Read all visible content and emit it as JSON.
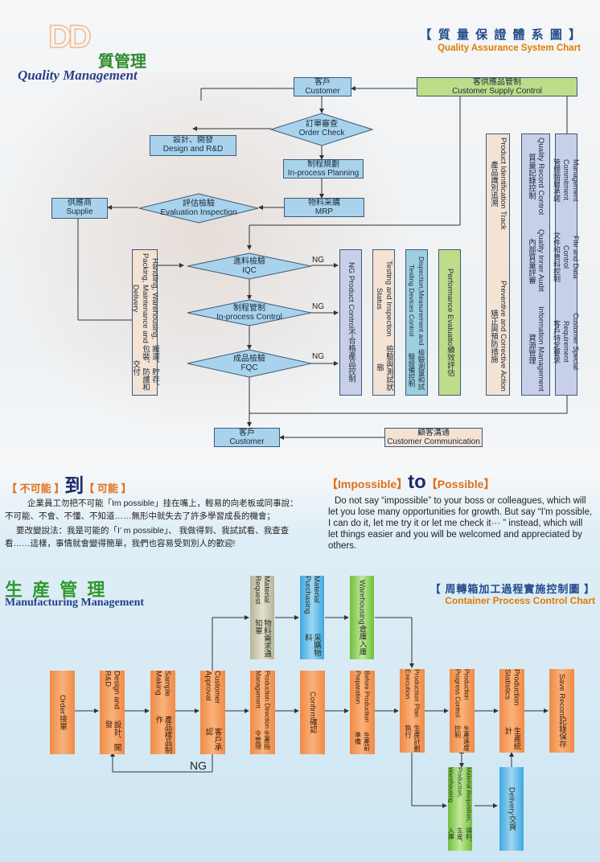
{
  "logo": {
    "mark": "DD",
    "zh": "質管理",
    "en": "Quality Management"
  },
  "qa_chart": {
    "title_zh": "【 質 量 保 證 體 系 圖 】",
    "title_en": "Quality Assurance System Chart"
  },
  "nodes": {
    "customer_top": {
      "zh": "客戶",
      "en": "Customer"
    },
    "supply_control": {
      "zh": "客供應品管制",
      "en": "Customer Supply Control"
    },
    "order_check": {
      "zh": "訂單審查",
      "en": "Order Check"
    },
    "design": {
      "zh": "設計、開發",
      "en": "Design and R&D"
    },
    "planning": {
      "zh": "制程規劃",
      "en": "In-process Planning"
    },
    "mrp": {
      "zh": "物料采購",
      "en": "MRP"
    },
    "supplier": {
      "zh": "供應商",
      "en": "Supplie"
    },
    "eval": {
      "zh": "評估檢驗",
      "en": "Evaluation Inspection"
    },
    "iqc": {
      "zh": "進料檢驗",
      "en": "IQC"
    },
    "inproc": {
      "zh": "制程管制",
      "en": "In-process Control"
    },
    "fqc": {
      "zh": "成品檢驗",
      "en": "FQC"
    },
    "customer_bottom": {
      "zh": "客戶",
      "en": "Customer"
    },
    "comm": {
      "zh": "顧客溝通",
      "en": "Customer Communication"
    },
    "handling": {
      "en": "Handling, Warehousing, Packing, Maintenance and Delivery",
      "zh": "搬運、貯存、包裝、防護和交付"
    },
    "ng_product": {
      "en": "NG Product Control",
      "zh": "不合格產品控制"
    },
    "testing": {
      "en": "Testing and Inspection Status",
      "zh": "檢驗與測試狀態"
    },
    "devices": {
      "en": "Dispection,Measurement and Testing Devices Control",
      "zh": "檢驗測量和試驗設備控制"
    },
    "performance": {
      "en": "Performance Evaluatio",
      "zh": "績效評估"
    },
    "identification": {
      "en": "Product Identification Track",
      "zh": "產品識別追溯"
    },
    "preventive": {
      "en": "Preventive and Corrective Action",
      "zh": "矯正與預防措施"
    },
    "quality_record": {
      "en": "Quality Record Control",
      "zh": "質量記錄控制"
    },
    "internal_audit": {
      "en": "Quality Inner Audit",
      "zh": "內部質量評審"
    },
    "info_mgmt": {
      "en": "Information Management",
      "zh": "資源管理"
    },
    "mgmt_commit": {
      "en": "Management Commitment",
      "zh": "管理階層承諾"
    },
    "file_control": {
      "en": "File and Data Control",
      "zh": "文件和資料控制"
    },
    "special_req": {
      "en": "Customer Special Requirement",
      "zh": "客戶特定要求"
    }
  },
  "ng_label": "NG",
  "slogan": {
    "zh_title_a": "【 不可能 】",
    "zh_to": "到",
    "zh_title_b": "【 可能 】",
    "zh_p1": "企業員工勿把不可能「Im possible」挂在嘴上，輕易的向老板或同事說：不可能、不會、不懂、不知道……無形中就失去了許多學習成長的機會；",
    "zh_p2": "要改變說法：我是可能的「I’ m possible」、 我做得到、我試試看、我查查看……這樣，事情就會變得簡單，我們也容易受到別人的歡迎!",
    "en_title_a": "【Impossible】",
    "en_to": "to",
    "en_title_b": "【Possible】",
    "en_p1": "Do not say “impossible” to your boss or colleagues, which will let you lose many opportunities for growth. But say “I'm possible, I can do it, let me try it or let me check it··· ” instead, which will let things easier and you will be welcomed and appreciated by others."
  },
  "mfg": {
    "title_zh": "生 産 管 理",
    "title_en": "Manufacturing Management",
    "chart_zh": "【 周轉箱加工過程實施控制圖 】",
    "chart_en": "Container Process Control Chart",
    "steps": [
      {
        "en": "Order",
        "zh": "接單"
      },
      {
        "en": "Design and R&D",
        "zh": "設計、開發"
      },
      {
        "en": "Sample Making",
        "zh": "產品樣品制作"
      },
      {
        "en": "Customer Approval",
        "zh": "客戶承認"
      },
      {
        "en": "Production Direction Management",
        "zh": "生產指令管理"
      },
      {
        "en": "Confirm",
        "zh": "確認"
      },
      {
        "en": "Before Production Preparation",
        "zh": "生產前準備"
      },
      {
        "en": "Production Plan Execution",
        "zh": "生產計劃執行"
      },
      {
        "en": "Production Progress Control",
        "zh": "生產進度控制"
      },
      {
        "en": "Production Statistics",
        "zh": "生產統計"
      },
      {
        "en": "Save Record",
        "zh": "記錄保存"
      }
    ],
    "top": [
      {
        "en": "Material Request",
        "zh": "物料需求通知單"
      },
      {
        "en": "Material Purchasing",
        "zh": "采購物料"
      },
      {
        "en": "Warehousing",
        "zh": "倉庫入庫"
      }
    ],
    "bottom": [
      {
        "en": "Material Requisition, Production, Warehousing",
        "zh": "領料、生産、入庫"
      },
      {
        "en": "Delivery",
        "zh": "交貨"
      }
    ],
    "ng": "NG"
  }
}
